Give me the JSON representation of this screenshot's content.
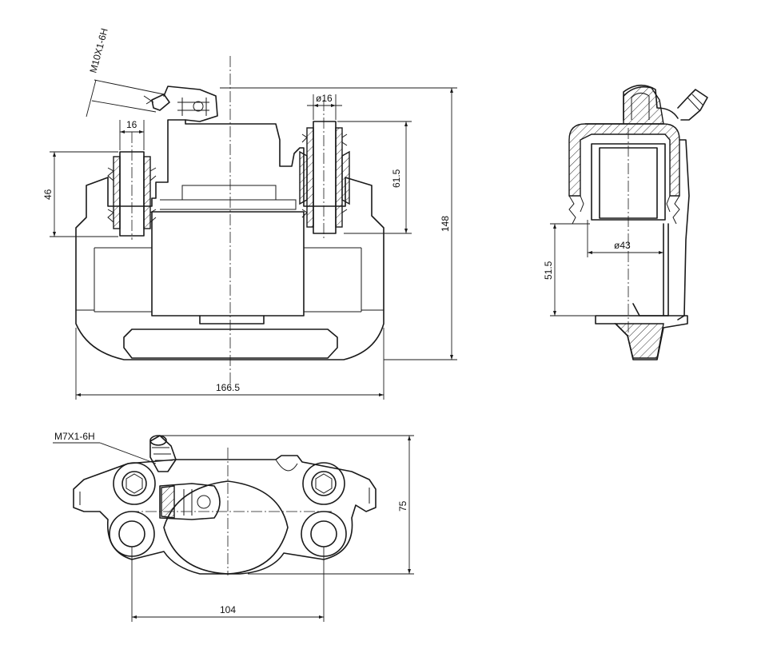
{
  "dimensions": {
    "front_thread": "M10X1-6H",
    "front_left_bore": "16",
    "front_left_height": "46",
    "front_right_bore": "ø16",
    "front_right_height": "61.5",
    "front_total_height": "148",
    "front_total_width": "166.5",
    "side_piston_dia": "ø43",
    "side_height": "51.5",
    "top_thread": "M7X1-6H",
    "top_height": "75",
    "top_mount_spacing": "104"
  }
}
